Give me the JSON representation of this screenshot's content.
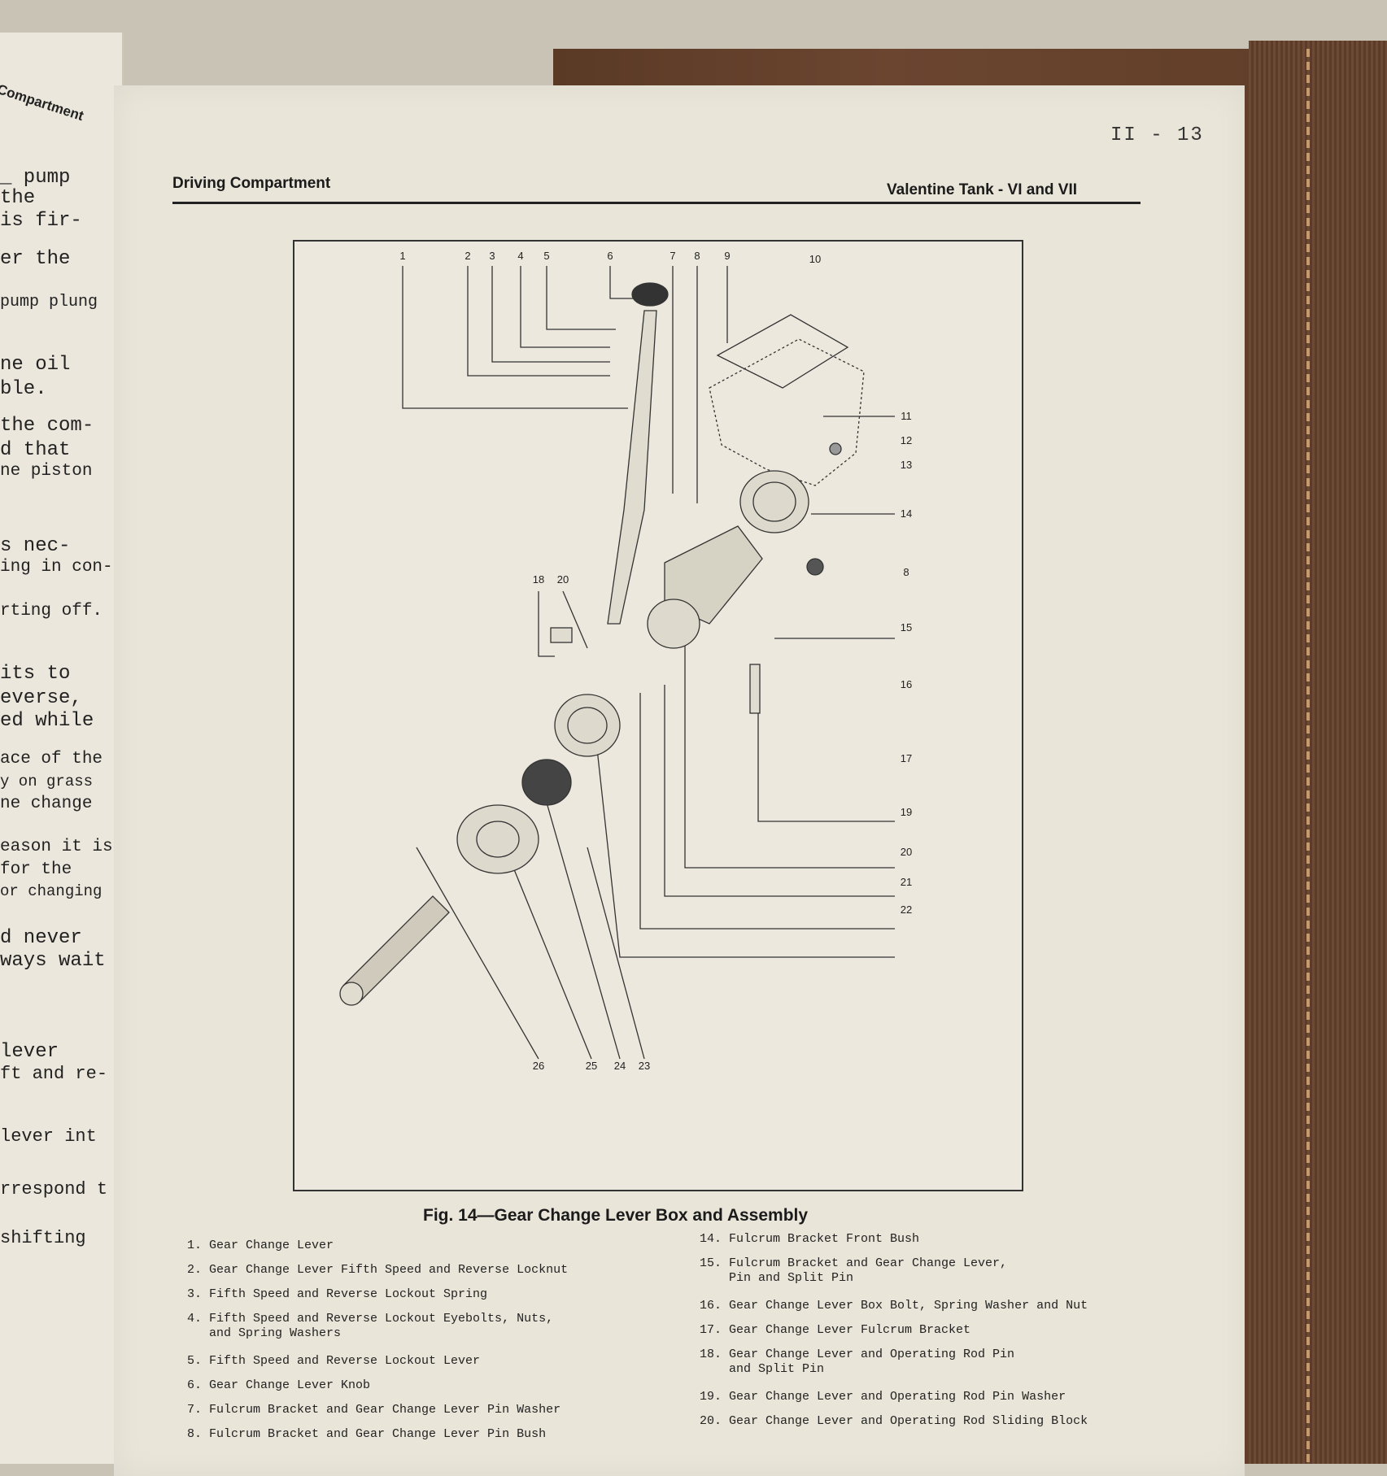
{
  "left_page": {
    "fragments": [
      "Compartment",
      "_ pump",
      "the",
      "is fir-",
      "er the",
      "pump plung",
      "ne oil",
      "ble.",
      "the com-",
      "d that",
      "ne piston",
      "s nec-",
      "ing in con-",
      "rting off.",
      "its to",
      "everse,",
      "ed while",
      "ace of the",
      "y on grass",
      "ne change",
      "eason it is",
      "for the",
      "or changing",
      "d never",
      "ways wait",
      "lever",
      "ft and re-",
      "lever int",
      "rrespond t",
      "shifting"
    ]
  },
  "page": {
    "number": "II - 13",
    "section_left": "Driving Compartment",
    "section_right": "Valentine Tank - VI and VII"
  },
  "figure": {
    "caption": "Fig. 14—Gear Change Lever Box and Assembly",
    "callouts": [
      "1",
      "2",
      "3",
      "4",
      "5",
      "6",
      "7",
      "8",
      "9",
      "10",
      "11",
      "12",
      "13",
      "14",
      "8",
      "15",
      "16",
      "17",
      "18",
      "20",
      "19",
      "20",
      "21",
      "22",
      "26",
      "25",
      "24",
      "23"
    ]
  },
  "parts_left": [
    "1. Gear Change Lever",
    "2. Gear Change Lever Fifth Speed and Reverse Locknut",
    "3. Fifth Speed and Reverse Lockout Spring",
    "4. Fifth Speed and Reverse Lockout Eyebolts, Nuts,\n   and Spring Washers",
    "5. Fifth Speed and Reverse Lockout Lever",
    "6. Gear Change Lever Knob",
    "7. Fulcrum Bracket and Gear Change Lever Pin Washer",
    "8. Fulcrum Bracket and Gear Change Lever Pin Bush"
  ],
  "parts_right": [
    "14. Fulcrum Bracket Front Bush",
    "15. Fulcrum Bracket and Gear Change Lever,\n    Pin and Split Pin",
    "16. Gear Change Lever Box Bolt, Spring Washer and Nut",
    "17. Gear Change Lever Fulcrum Bracket",
    "18. Gear Change Lever and Operating Rod Pin\n    and Split Pin",
    "19. Gear Change Lever and Operating Rod Pin Washer",
    "20. Gear Change Lever and Operating Rod Sliding Block"
  ]
}
